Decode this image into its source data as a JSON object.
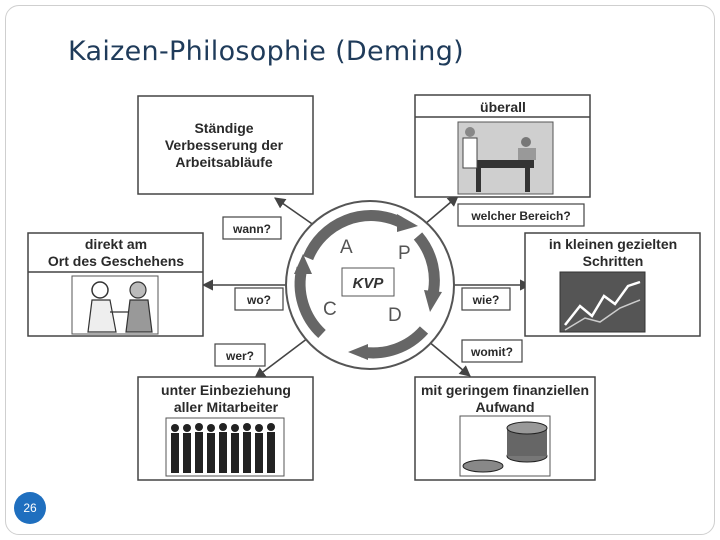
{
  "slide": {
    "title": "Kaizen-Philosophie (Deming)",
    "page_number": "26"
  },
  "diagram": {
    "center": {
      "label": "KVP",
      "letters": [
        "A",
        "P",
        "C",
        "D"
      ]
    },
    "boxes": {
      "top_left": {
        "lines": [
          "Ständige",
          "Verbesserung der",
          "Arbeitsabläufe"
        ]
      },
      "top_right": {
        "lines": [
          "überall"
        ]
      },
      "mid_left": {
        "lines": [
          "direkt am",
          "Ort des Geschehens"
        ]
      },
      "mid_right": {
        "lines": [
          "in kleinen gezielten",
          "Schritten"
        ]
      },
      "bottom_left": {
        "lines": [
          "unter Einbeziehung",
          "aller Mitarbeiter"
        ]
      },
      "bottom_right": {
        "lines": [
          "mit geringem finanziellen",
          "Aufwand"
        ]
      }
    },
    "questions": {
      "wann": "wann?",
      "welcher_bereich": "welcher Bereich?",
      "wo": "wo?",
      "wie": "wie?",
      "wer": "wer?",
      "womit": "womit?"
    }
  }
}
